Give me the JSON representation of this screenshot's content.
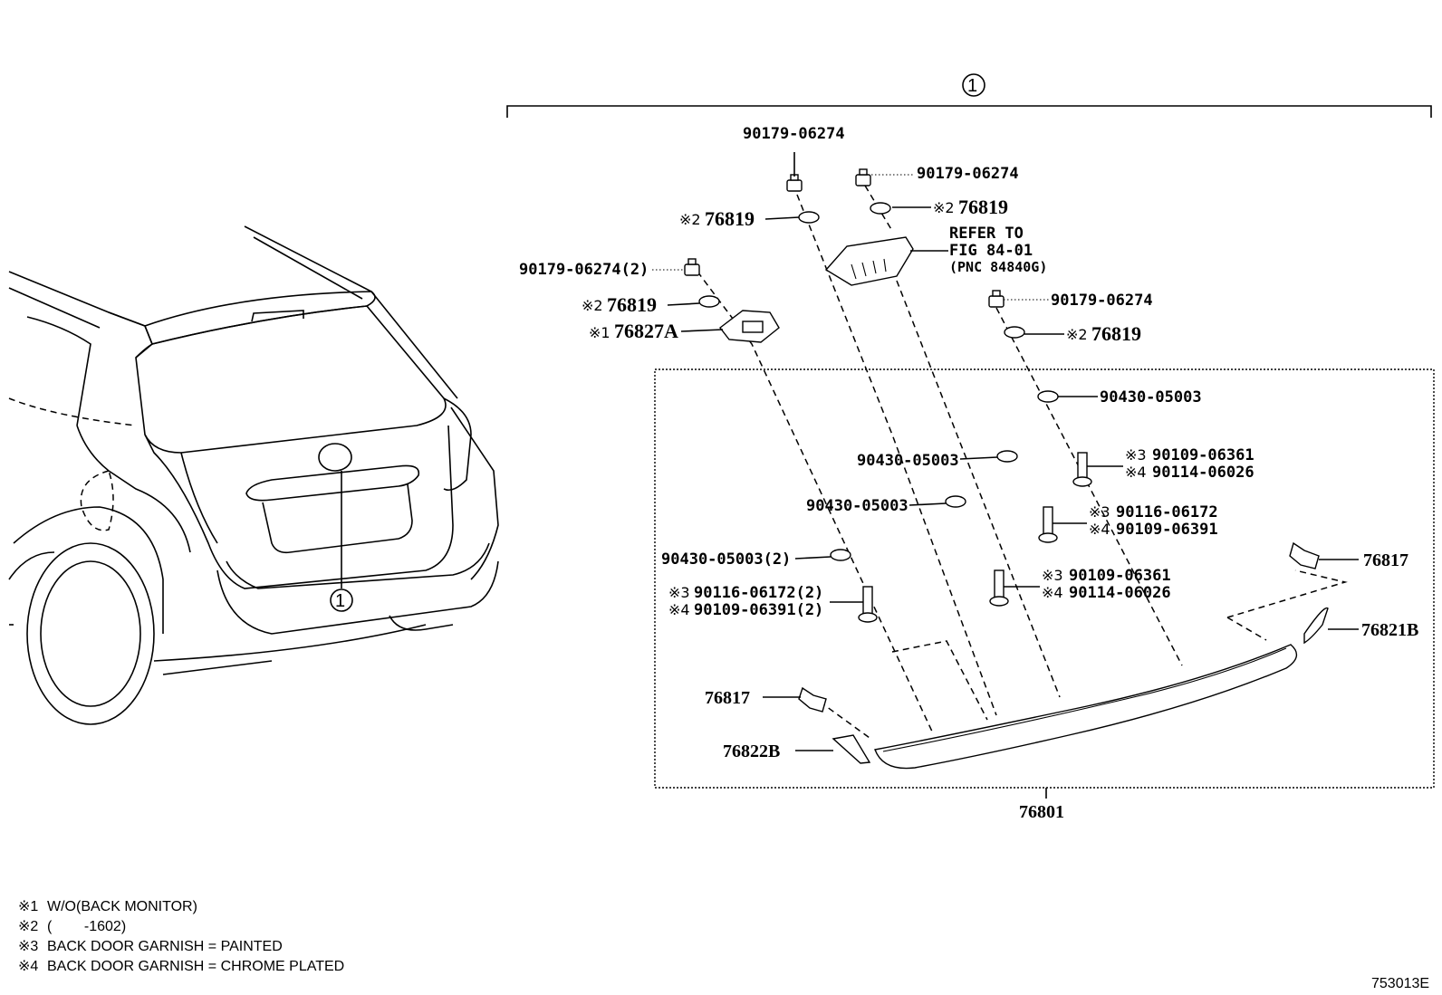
{
  "assembly_marker": "1",
  "car_callout": "1",
  "parts": {
    "clip_top_left": "90179-06274",
    "clip_top_mid": "90179-06274",
    "clip_left_qty": "90179-06274(2)",
    "clip_right": "90179-06274",
    "cushion_a": {
      "mark": "※2",
      "pn": "76819"
    },
    "cushion_b": {
      "mark": "※2",
      "pn": "76819"
    },
    "cushion_c": {
      "mark": "※2",
      "pn": "76819"
    },
    "cushion_d": {
      "mark": "※2",
      "pn": "76819"
    },
    "camera_cover": {
      "mark": "※1",
      "pn": "76827A"
    },
    "refer": {
      "line1": "REFER TO",
      "line2": "FIG 84-01",
      "line3": "(PNC 84840G)"
    },
    "nut_1": "90430-05003",
    "nut_2": "90430-05003",
    "nut_3": "90430-05003",
    "nut_4": "90430-05003(2)",
    "screw_set_1": {
      "m3": "※3",
      "pn3": "90109-06361",
      "m4": "※4",
      "pn4": "90114-06026"
    },
    "screw_set_2": {
      "m3": "※3",
      "pn3": "90116-06172",
      "m4": "※4",
      "pn4": "90109-06391"
    },
    "screw_set_3": {
      "m3": "※3",
      "pn3": "90109-06361",
      "m4": "※4",
      "pn4": "90114-06026"
    },
    "screw_set_4": {
      "m3": "※3",
      "pn3": "90116-06172(2)",
      "m4": "※4",
      "pn4": "90109-06391(2)"
    },
    "clip_76817_right": "76817",
    "clip_76817_left": "76817",
    "garnish_end_right": "76821B",
    "garnish_end_left": "76822B",
    "garnish": "76801"
  },
  "notes": [
    {
      "mark": "※1",
      "text": "W/O(BACK MONITOR)"
    },
    {
      "mark": "※2",
      "text": "(        -1602)"
    },
    {
      "mark": "※3",
      "text": "BACK DOOR GARNISH = PAINTED"
    },
    {
      "mark": "※4",
      "text": "BACK DOOR GARNISH = CHROME PLATED"
    }
  ],
  "figure_id": "753013E"
}
